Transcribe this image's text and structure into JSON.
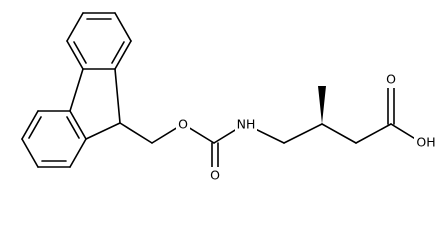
{
  "molecule": {
    "atoms": [
      {
        "id": "O-ether",
        "label": "O"
      },
      {
        "id": "O-carbonyl",
        "label": "O"
      },
      {
        "id": "N-amide",
        "label": "NH"
      },
      {
        "id": "O-acid-carbonyl",
        "label": "O"
      },
      {
        "id": "O-acid-hydroxyl",
        "label": "OH"
      }
    ],
    "colors": {
      "bond": "#000000",
      "text": "#000000",
      "background": "#ffffff"
    }
  }
}
